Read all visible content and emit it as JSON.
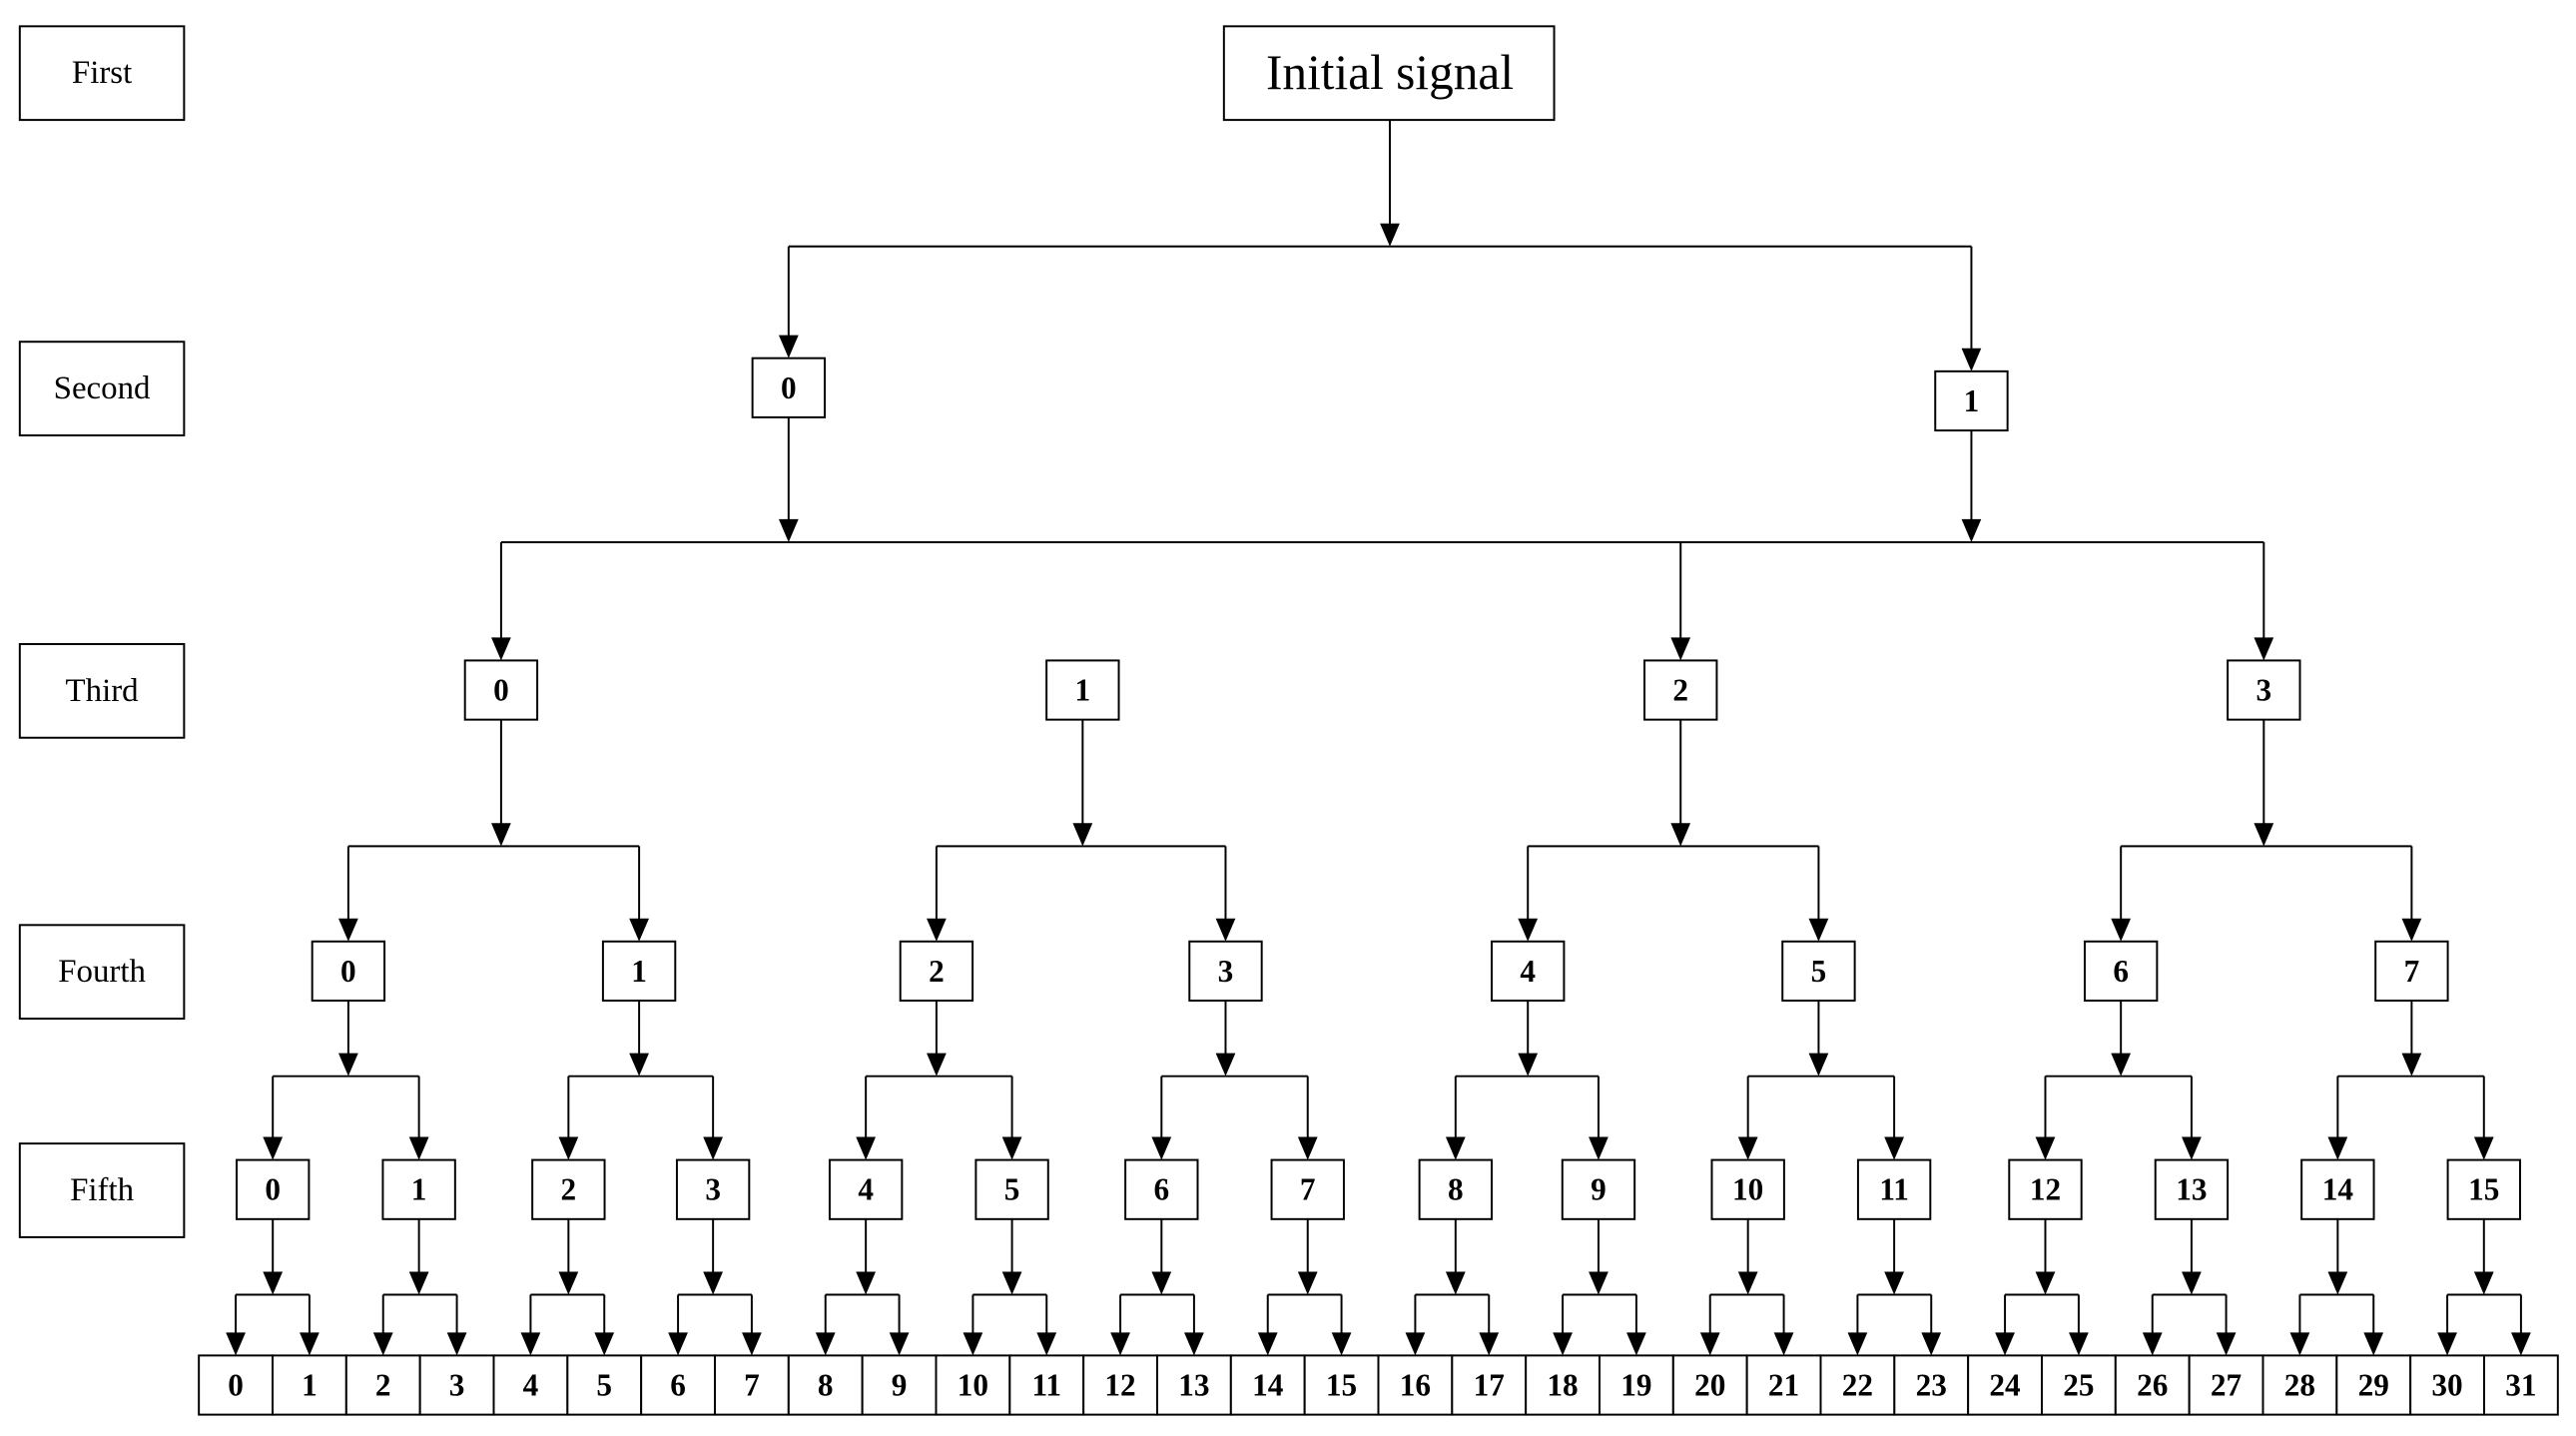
{
  "level_labels": [
    "First",
    "Second",
    "Third",
    "Fourth",
    "Fifth"
  ],
  "root": "Initial signal",
  "levels": [
    [
      "0",
      "1"
    ],
    [
      "0",
      "1",
      "2",
      "3"
    ],
    [
      "0",
      "1",
      "2",
      "3",
      "4",
      "5",
      "6",
      "7"
    ],
    [
      "0",
      "1",
      "2",
      "3",
      "4",
      "5",
      "6",
      "7",
      "8",
      "9",
      "10",
      "11",
      "12",
      "13",
      "14",
      "15"
    ]
  ],
  "bottom_row": [
    "0",
    "1",
    "2",
    "3",
    "4",
    "5",
    "6",
    "7",
    "8",
    "9",
    "10",
    "11",
    "12",
    "13",
    "14",
    "15",
    "16",
    "17",
    "18",
    "19",
    "20",
    "21",
    "22",
    "23",
    "24",
    "25",
    "26",
    "27",
    "28",
    "29",
    "30",
    "31"
  ],
  "notes": {
    "third_level_node_1_has_no_incoming_arrow": true
  }
}
